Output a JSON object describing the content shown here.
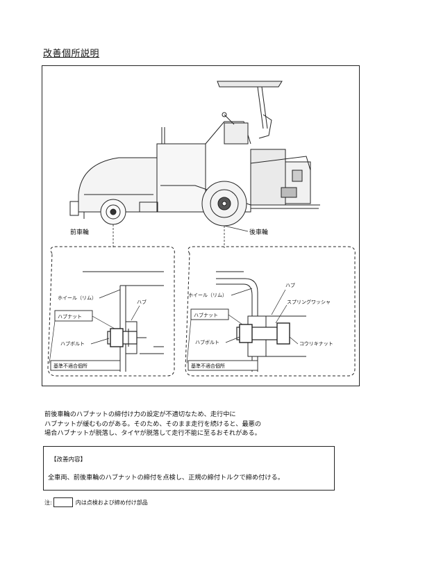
{
  "header": {
    "title": "改善個所説明"
  },
  "figure": {
    "front_wheel_label": "前車輪",
    "rear_wheel_label": "後車輪",
    "left_detail": {
      "wheel_rim": "ホイール（リム）",
      "hub": "ハブ",
      "hub_nut": "ハブナット",
      "hub_bolt": "ハブボルト",
      "nonconforming": "基準不適合個所"
    },
    "right_detail": {
      "hub": "ハブ",
      "wheel_rim": "ホイール（リム）",
      "spring_washer": "スプリングワッシャ",
      "hub_nut": "ハブナット",
      "hub_bolt": "ハブボルト",
      "tapered_nut": "コウリキナット",
      "nonconforming": "基準不適合個所"
    }
  },
  "description": {
    "line1": "前後車輪のハブナットの締付け力の設定が不適切なため、走行中に",
    "line2": "ハブナットが緩むものがある。そのため、そのまま走行を続けると、最悪の",
    "line3": "場合ハブナットが脱落し、タイヤが脱落して走行不能に至るおそれがある。"
  },
  "remedy": {
    "heading": "【改善内容】",
    "body": "全車両、前後車輪のハブナットの締付を点検し、正規の締付トルクで締め付ける。"
  },
  "note": {
    "prefix": "注:",
    "text": "内は点検および締め付け部品"
  }
}
